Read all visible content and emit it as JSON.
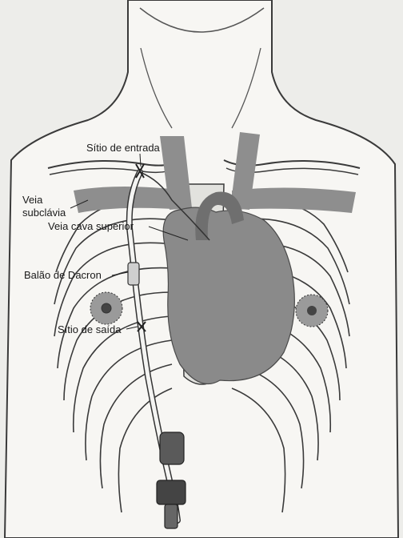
{
  "labels": {
    "entry_site": "Sítio de entrada",
    "subclavian_line1": "Veia",
    "subclavian_line2": "subclávia",
    "superior_vena_cava": "Veia cava superior",
    "dacron_cuff": "Balão de Dacron",
    "exit_site": "Sítio de saída"
  },
  "colors": {
    "background": "#ededea",
    "skin": "#f7f6f3",
    "outline": "#3a3a3a",
    "vessel_fill": "#8e8e8e",
    "heart_fill": "#8a8a8a",
    "catheter": "#f4f4f2"
  }
}
